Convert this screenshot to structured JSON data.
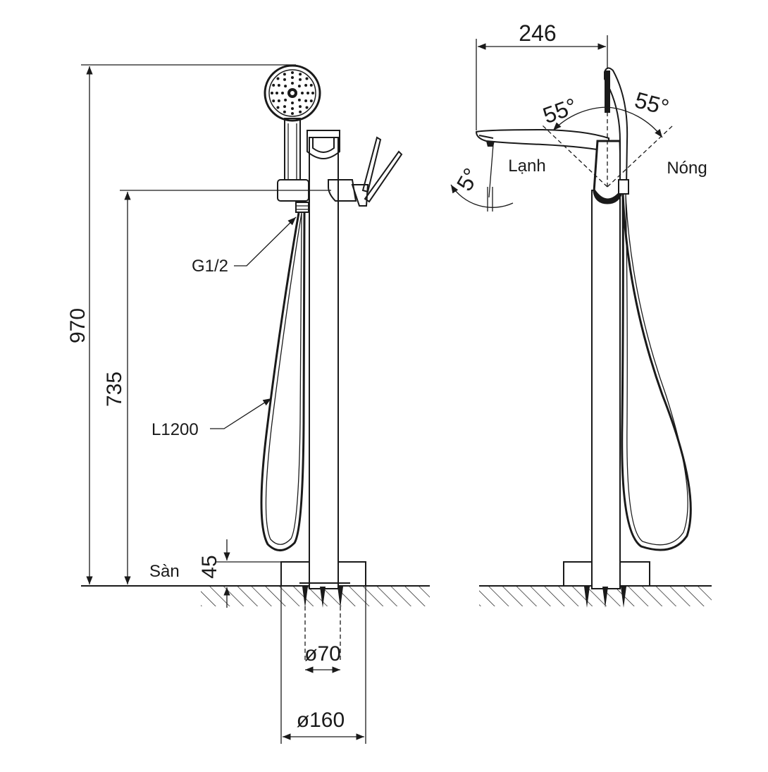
{
  "dimensions": {
    "total_height": "970",
    "handle_height": "735",
    "base_height": "45",
    "connector_thread": "G1/2",
    "hose_length": "L1200",
    "floor_label": "Sàn",
    "inner_diameter": "ø70",
    "outer_diameter": "ø160",
    "spout_length": "246"
  },
  "angles": {
    "cold_angle": "55°",
    "hot_angle": "55°",
    "tilt_angle": "5°"
  },
  "labels": {
    "cold": "Lạnh",
    "hot": "Nóng"
  },
  "colors": {
    "line": "#1a1a1a",
    "background": "#ffffff"
  }
}
